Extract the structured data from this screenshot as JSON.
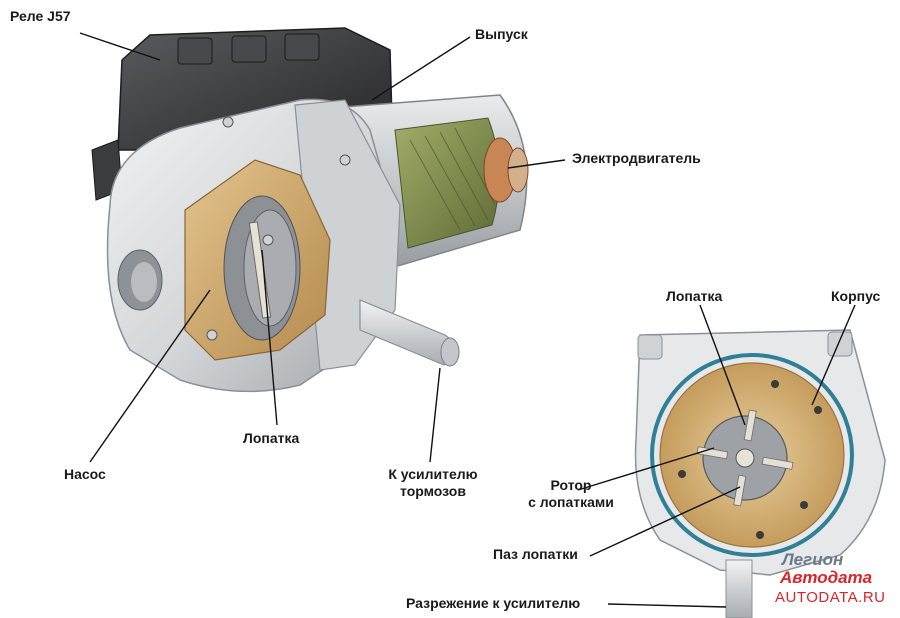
{
  "labels": {
    "relay": "Реле J57",
    "outlet": "Выпуск",
    "motor": "Электродвигатель",
    "vane_left": "Лопатка",
    "pump": "Насос",
    "to_booster_line1": "К усилителю",
    "to_booster_line2": "тормозов",
    "vane_right": "Лопатка",
    "housing": "Корпус",
    "rotor_line1": "Ротор",
    "rotor_line2": "с лопатками",
    "vane_slot": "Паз лопатки",
    "vacuum": "Разрежение к усилителю"
  },
  "watermark": {
    "line1": "Легион",
    "line2": "Автодата",
    "line3": "AUTODATA.RU"
  },
  "colors": {
    "brass": "#c9a46a",
    "metal": "#d8dadb",
    "dark_relay": "#3a3a3c",
    "winding": "#7d8a4a",
    "copper": "#c07a4a",
    "seal_ring": "#2f7f96",
    "watermark_red": "#d9262a"
  }
}
